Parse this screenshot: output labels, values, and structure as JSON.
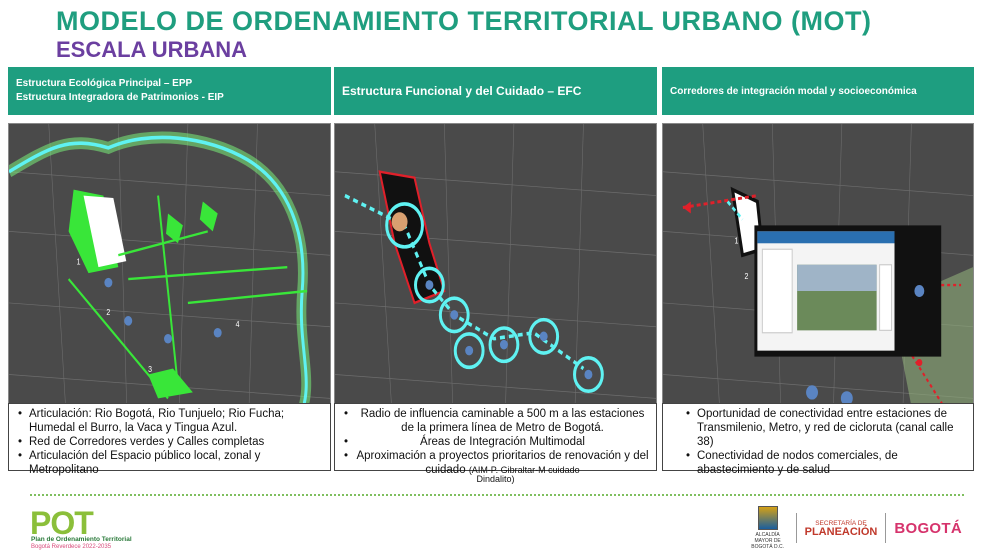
{
  "page": {
    "title": "MODELO DE ORDENAMIENTO TERRITORIAL URBANO (MOT)",
    "subtitle": "ESCALA URBANA"
  },
  "panels": [
    {
      "header": [
        "Estructura Ecológica Principal – EPP",
        "Estructura Integradora de Patrimonios - EIP"
      ],
      "bullets": [
        "Articulación: Rio Bogotá, Rio Tunjuelo; Rio Fucha; Humedal el Burro, la Vaca y Tingua Azul.",
        "Red de Corredores verdes y Calles completas",
        "Articulación del Espacio público local, zonal y Metropolitano"
      ]
    },
    {
      "header": [
        "Estructura Funcional y del Cuidado – EFC"
      ],
      "bullets": [
        "Radio de influencia caminable a 500 m a las estaciones de la primera línea de Metro de Bogotá.",
        "Áreas de Integración Multimodal",
        "Aproximación a proyectos prioritarios de renovación y del cuidado"
      ],
      "note": "(AIM-P. Gibraltar-M cuidado",
      "note_tail": "Dindalito)"
    },
    {
      "header": [
        "Corredores de integración modal y socioeconómica"
      ],
      "bullets": [
        "Oportunidad de conectividad entre estaciones de Transmilenio, Metro, y red de cicloruta (canal calle 38)",
        "Conectividad de nodos comerciales, de abastecimiento y de salud"
      ]
    }
  ],
  "footer": {
    "pot_logo": "POT",
    "pot_line1": "Plan de Ordenamiento Territorial",
    "pot_line2": "Bogotá Reverdece 2022-2035",
    "alcaldia": "ALCALDÍA MAYOR DE BOGOTÁ D.C.",
    "secretaria": "SECRETARÍA DE",
    "planeacion": "PLANEACIÓN",
    "bogota": "BOGOTÁ"
  },
  "colors": {
    "title": "#1f9e7f",
    "subtitle": "#6b3fa0",
    "header_bg": "#1e9e80",
    "green_corridor": "#39e639",
    "metro_ring": "#5ff2f2",
    "red_corridor": "#e0202a"
  }
}
